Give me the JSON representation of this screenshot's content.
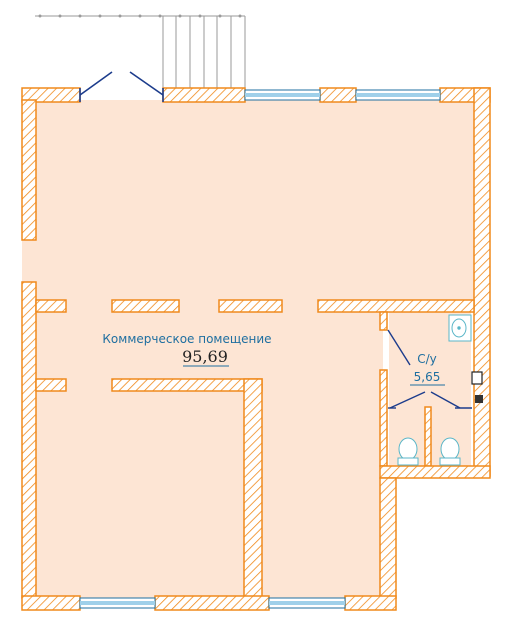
{
  "rooms": {
    "commercial": {
      "name": "Коммерческое помещение",
      "area": "95,69"
    },
    "wc": {
      "name": "С/у",
      "area": "5,65"
    }
  },
  "colors": {
    "wall_stroke": "#f08a1c",
    "floor_fill": "#fde5d4",
    "window_fill": "#9fd0ea",
    "door_line": "#1c3c8c",
    "text_blue": "#1f6fa0"
  },
  "icons": [
    "sink-icon",
    "toilet-icon",
    "stairs-icon"
  ]
}
